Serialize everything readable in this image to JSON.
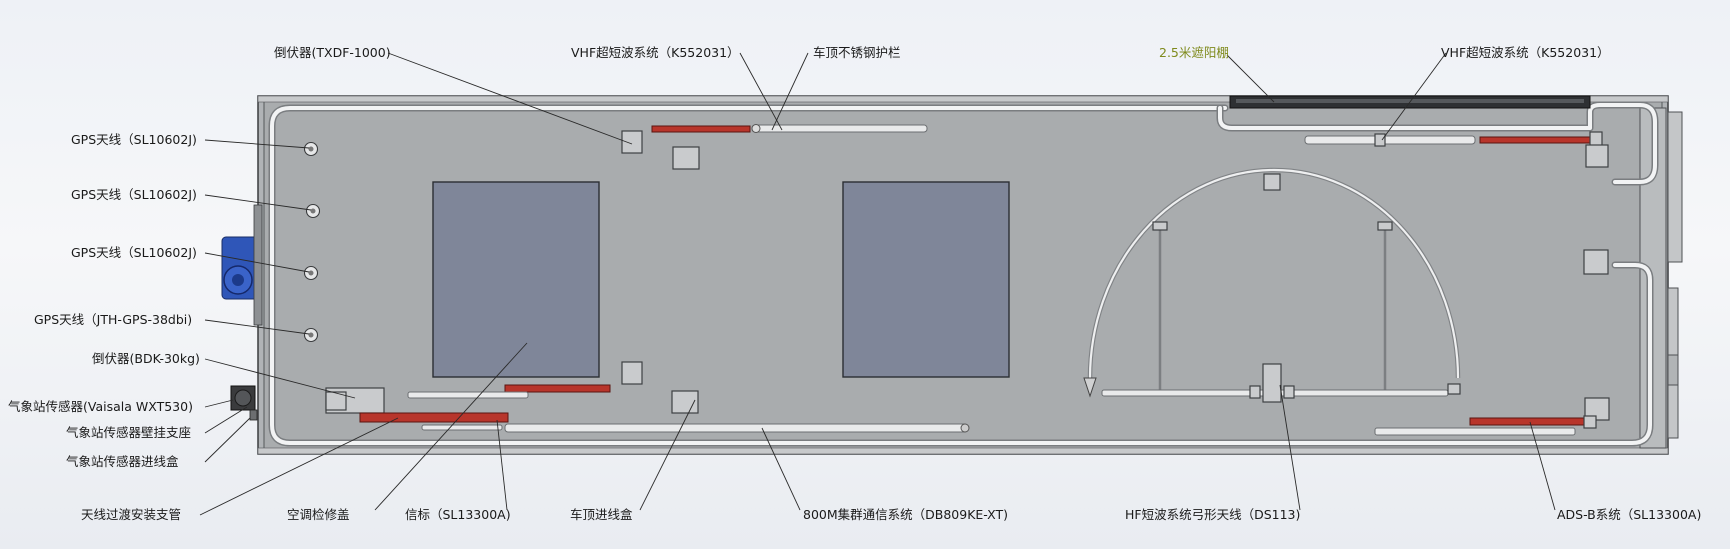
{
  "diagram": {
    "labels": {
      "inverter_txdf": "倒伏器(TXDF-1000)",
      "vhf_left": "VHF超短波系统（K552031）",
      "roof_rail": "车顶不锈钢护栏",
      "awning": "2.5米遮阳棚",
      "vhf_right": "VHF超短波系统（K552031）",
      "gps1": "GPS天线（SL10602J)",
      "gps2": "GPS天线（SL10602J)",
      "gps3": "GPS天线（SL10602J)",
      "gps4": "GPS天线（JTH-GPS-38dbi)",
      "inverter_bdk": "倒伏器(BDK-30kg)",
      "weather_sensor": "气象站传感器(Vaisala WXT530)",
      "weather_mount": "气象站传感器壁挂支座",
      "weather_box": "气象站传感器进线盒",
      "antenna_pipe": "天线过渡安装支管",
      "ac_cover": "空调检修盖",
      "beacon": "信标（SL13300A)",
      "roof_box": "车顶进线盒",
      "trunking_800m": "800M集群通信系统（DB809KE-XT)",
      "hf_arch": "HF短波系统弓形天线（DS113)",
      "adsb": "ADS-B系统（SL13300A)"
    },
    "colors": {
      "roof": "#a9acae",
      "panel": "#7f8699",
      "red_component": "#b8352b",
      "motor": "#2f56b8",
      "accent_label": "#7f8a1c"
    }
  }
}
